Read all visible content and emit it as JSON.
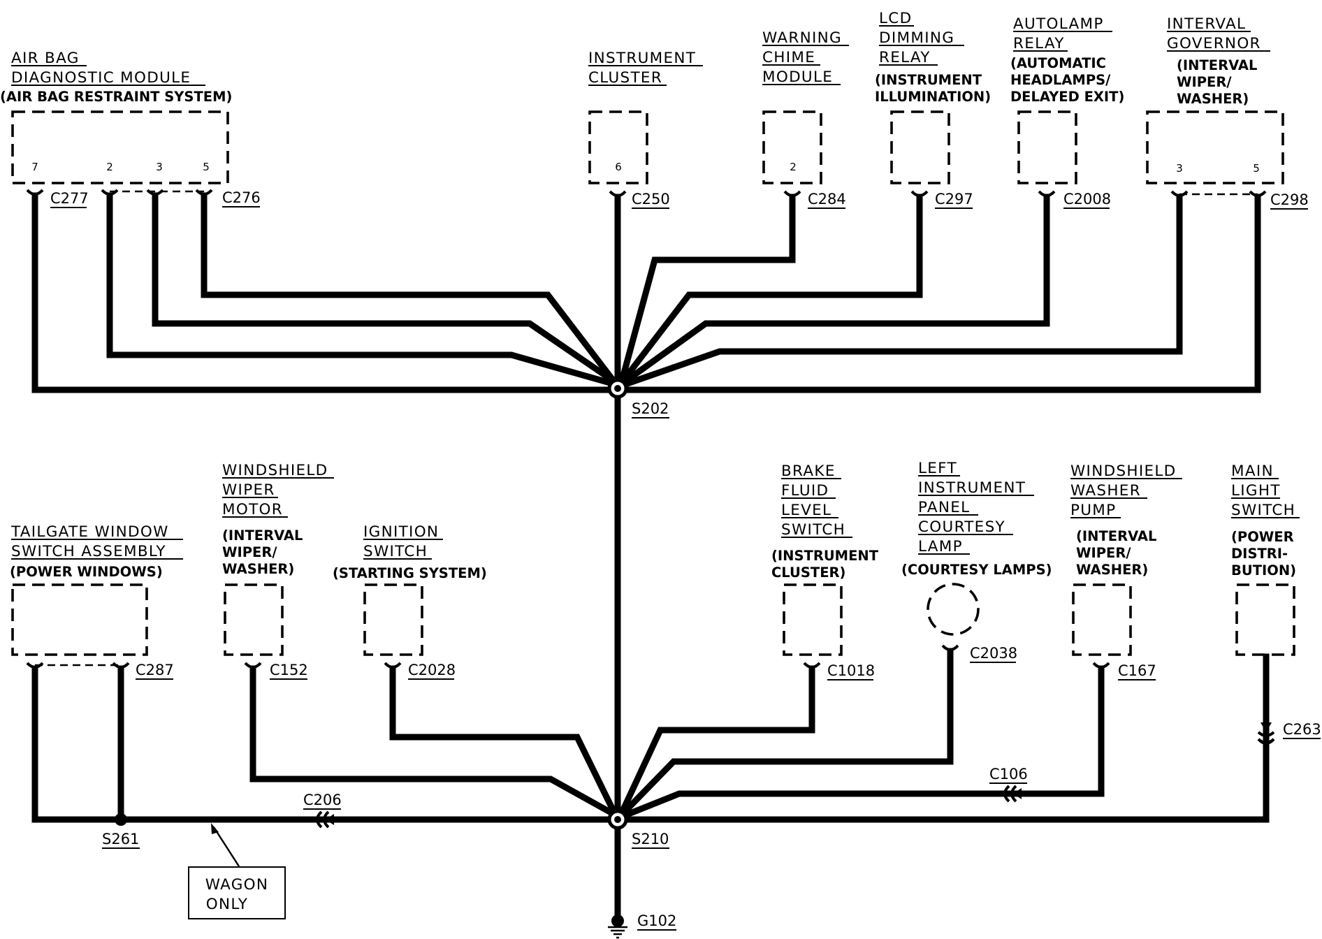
{
  "components": {
    "air_bag_module": {
      "title": [
        "AIR BAG",
        "DIAGNOSTIC MODULE"
      ],
      "system": [
        "(AIR BAG RESTRAINT SYSTEM)"
      ],
      "pins": [
        "7",
        "2",
        "3",
        "5"
      ]
    },
    "instrument_cluster": {
      "title": [
        "INSTRUMENT",
        "CLUSTER"
      ],
      "pins": [
        "6"
      ]
    },
    "warning_chime": {
      "title": [
        "WARNING",
        "CHIME",
        "MODULE"
      ],
      "pins": [
        "2"
      ]
    },
    "lcd_dimming_relay": {
      "title": [
        "LCD",
        "DIMMING",
        "RELAY"
      ],
      "system": [
        "(INSTRUMENT",
        "ILLUMINATION)"
      ]
    },
    "autolamp_relay": {
      "title": [
        "AUTOLAMP",
        "RELAY"
      ],
      "system": [
        "(AUTOMATIC",
        "HEADLAMPS/",
        "DELAYED EXIT)"
      ]
    },
    "interval_governor": {
      "title": [
        "INTERVAL",
        "GOVERNOR"
      ],
      "system": [
        "(INTERVAL",
        "WIPER/",
        "WASHER)"
      ],
      "pins": [
        "3",
        "5"
      ]
    },
    "tailgate_window_switch": {
      "title": [
        "TAILGATE WINDOW",
        "SWITCH ASSEMBLY"
      ],
      "system": [
        "(POWER WINDOWS)"
      ]
    },
    "windshield_wiper_motor": {
      "title": [
        "WINDSHIELD",
        "WIPER",
        "MOTOR"
      ],
      "system": [
        "(INTERVAL",
        "WIPER/",
        "WASHER)"
      ]
    },
    "ignition_switch": {
      "title": [
        "IGNITION",
        "SWITCH"
      ],
      "system": [
        "(STARTING SYSTEM)"
      ]
    },
    "brake_fluid_switch": {
      "title": [
        "BRAKE",
        "FLUID",
        "LEVEL",
        "SWITCH"
      ],
      "system": [
        "(INSTRUMENT",
        "CLUSTER)"
      ]
    },
    "courtesy_lamp": {
      "title": [
        "LEFT",
        "INSTRUMENT",
        "PANEL",
        "COURTESY",
        "LAMP"
      ],
      "system": [
        "(COURTESY LAMPS)"
      ]
    },
    "windshield_washer_pump": {
      "title": [
        "WINDSHIELD",
        "WASHER",
        "PUMP"
      ],
      "system": [
        "(INTERVAL",
        "WIPER/",
        "WASHER)"
      ]
    },
    "main_light_switch": {
      "title": [
        "MAIN",
        "LIGHT",
        "SWITCH"
      ],
      "system": [
        "(POWER",
        "DISTRI-",
        "BUTION)"
      ]
    }
  },
  "connectors": {
    "c277": "C277",
    "c276": "C276",
    "c250": "C250",
    "c284": "C284",
    "c297": "C297",
    "c2008": "C2008",
    "c298": "C298",
    "c287": "C287",
    "c152": "C152",
    "c2028": "C2028",
    "c206": "C206",
    "c1018": "C1018",
    "c2038": "C2038",
    "c167": "C167",
    "c106": "C106",
    "c263": "C263"
  },
  "splices": {
    "s202": "S202",
    "s210": "S210",
    "s261": "S261"
  },
  "ground": {
    "g102": "G102"
  },
  "note": [
    "WAGON",
    "ONLY"
  ]
}
